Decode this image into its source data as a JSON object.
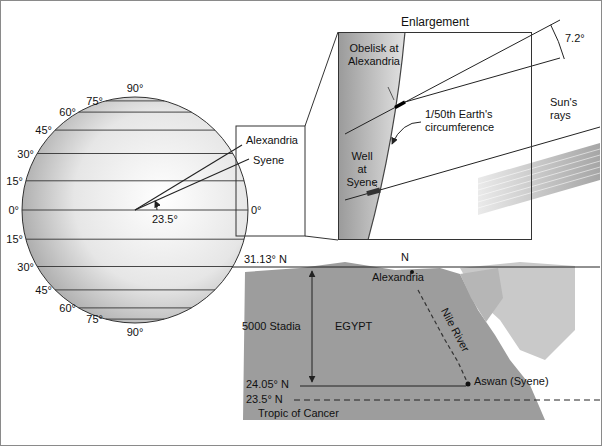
{
  "diagram": {
    "nodes": [
      {
        "text": [
          "Enlargement"
        ]
      }
    ],
    "labels": [
      "90°",
      "75°",
      "60°",
      "45°",
      "30°",
      "15°",
      "0°",
      "15°",
      "30°",
      "45°",
      "60°",
      "75°",
      "90°",
      "0°",
      "Alexandria",
      "Syene",
      "23.5°",
      "Obelisk at Alexandria",
      "Well at Syene",
      "1/50th Earth's circumference",
      "7.2°",
      "Sun's rays",
      "N",
      "31.13° N",
      "Alexandria",
      "5000 Stadia",
      "EGYPT",
      "Nile River",
      "Aswan (Syene)",
      "24.05° N",
      "23.5° N",
      "Tropic of Cancer"
    ]
  }
}
